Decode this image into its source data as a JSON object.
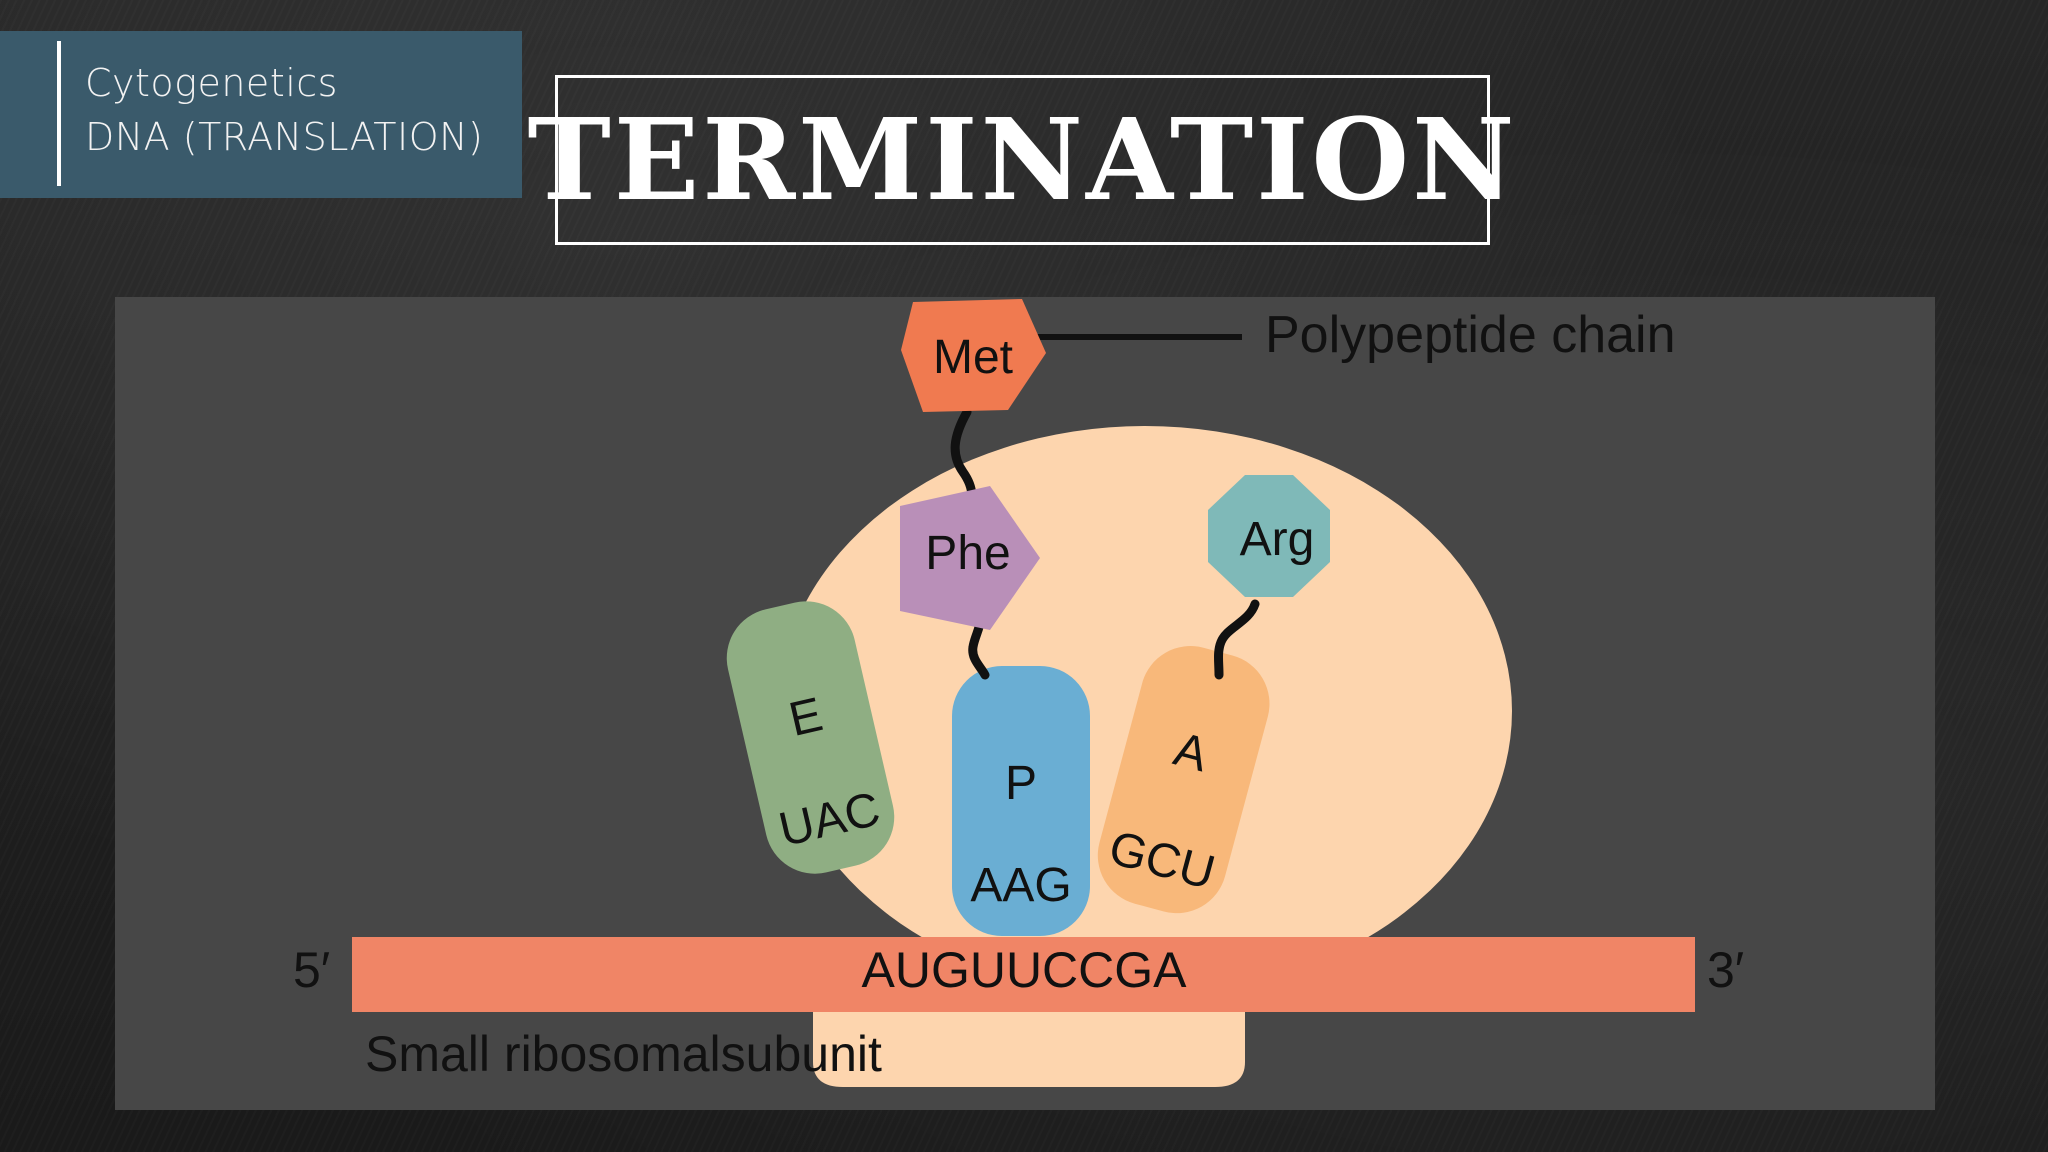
{
  "header": {
    "course_line1": "Cytogenetics",
    "course_line2": "DNA (TRANSLATION)",
    "title": "TERMINATION"
  },
  "diagram": {
    "amino_acids": {
      "met": "Met",
      "phe": "Phe",
      "arg": "Arg"
    },
    "polypeptide_label": "Polypeptide chain",
    "sites": {
      "e": {
        "letter": "E",
        "anticodon": "UAC"
      },
      "p": {
        "letter": "P",
        "anticodon": "AAG"
      },
      "a": {
        "letter": "A",
        "anticodon": "GCU"
      }
    },
    "mrna": {
      "sequence": "AUGUUCCGA",
      "five_prime": "5′",
      "three_prime": "3′"
    },
    "small_subunit_label": "Small ribosomalsubunit",
    "colors": {
      "ribosome": "#fdd5ae",
      "mrna": "#f08566",
      "met": "#f07a50",
      "phe": "#b98fb8",
      "arg": "#7fb9b8",
      "e_site": "#8fae83",
      "p_site": "#6aaed3",
      "a_site": "#f8b87a"
    }
  }
}
